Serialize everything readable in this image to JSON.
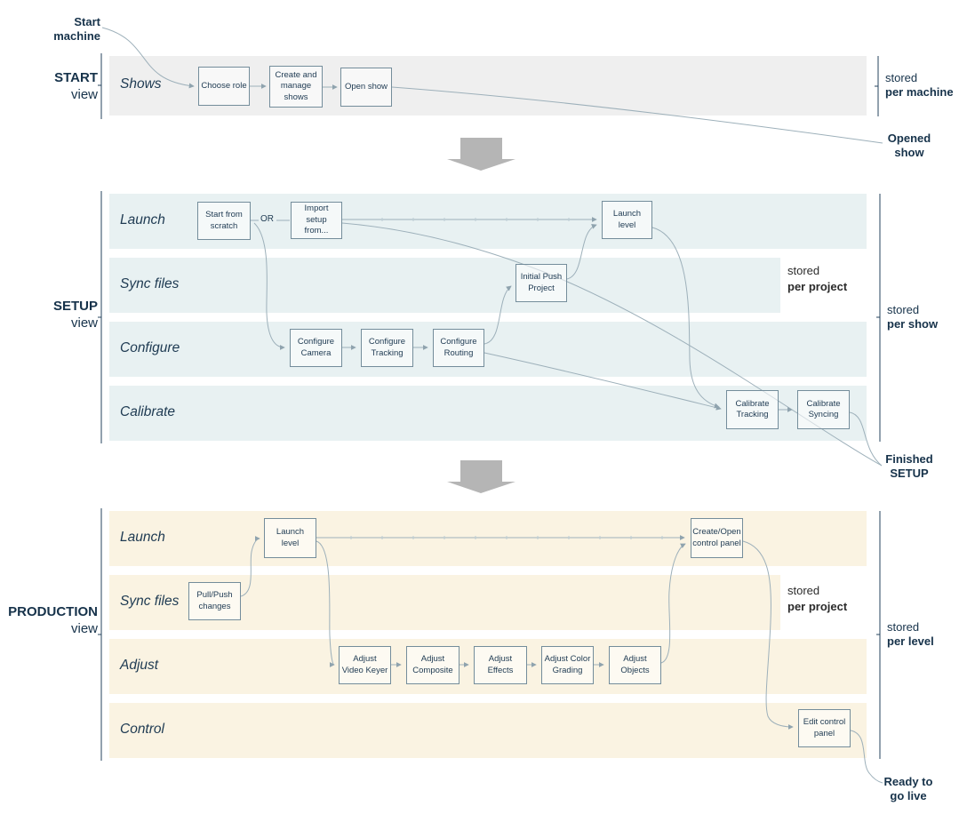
{
  "palette": {
    "start_band": "#efefef",
    "setup_band": "#e8f1f2",
    "production_band": "#faf3e2",
    "text_navy": "#16324a",
    "node_border": "#748d9b",
    "connector_line": "#9db0ba",
    "big_arrow_gray": "#b5b5b5"
  },
  "edge_labels": {
    "start_machine": [
      "Start",
      "machine"
    ],
    "opened_show": [
      "Opened",
      "show"
    ],
    "finished_setup": [
      "Finished",
      "SETUP"
    ],
    "ready_go_live": [
      "Ready to",
      "go live"
    ]
  },
  "sections": {
    "start": {
      "title": "START",
      "subtitle": "view",
      "lanes": [
        "Shows"
      ],
      "stored_note": {
        "line1": "stored",
        "line2": "per machine"
      },
      "nodes": {
        "choose_role": "Choose role",
        "create_manage_shows": "Create and manage shows",
        "open_show": "Open show"
      }
    },
    "setup": {
      "title": "SETUP",
      "subtitle": "view",
      "lanes": [
        "Launch",
        "Sync files",
        "Configure",
        "Calibrate"
      ],
      "or_label": "OR",
      "row_note": {
        "line1": "stored",
        "line2": "per project"
      },
      "stored_note": {
        "line1": "stored",
        "line2": "per show"
      },
      "nodes": {
        "start_from_scratch": "Start from scratch",
        "import_setup": "Import setup from...",
        "launch_level": "Launch level",
        "initial_push": "Initial Push Project",
        "configure_camera": "Configure Camera",
        "configure_tracking": "Configure Tracking",
        "configure_routing": "Configure Routing",
        "calibrate_tracking": "Calibrate Tracking",
        "calibrate_syncing": "Calibrate Syncing"
      }
    },
    "production": {
      "title": "PRODUCTION",
      "subtitle": "view",
      "lanes": [
        "Launch",
        "Sync files",
        "Adjust",
        "Control"
      ],
      "row_note": {
        "line1": "stored",
        "line2": "per project"
      },
      "stored_note": {
        "line1": "stored",
        "line2": "per level"
      },
      "nodes": {
        "launch_level": "Launch level",
        "pull_push": "Pull/Push changes",
        "adjust_video_keyer": "Adjust Video Keyer",
        "adjust_composite": "Adjust Composite",
        "adjust_effects": "Adjust Effects",
        "adjust_color_grading": "Adjust Color Grading",
        "adjust_objects": "Adjust Objects",
        "create_open_panel": "Create/Open control panel",
        "edit_control_panel": "Edit control panel"
      }
    }
  }
}
